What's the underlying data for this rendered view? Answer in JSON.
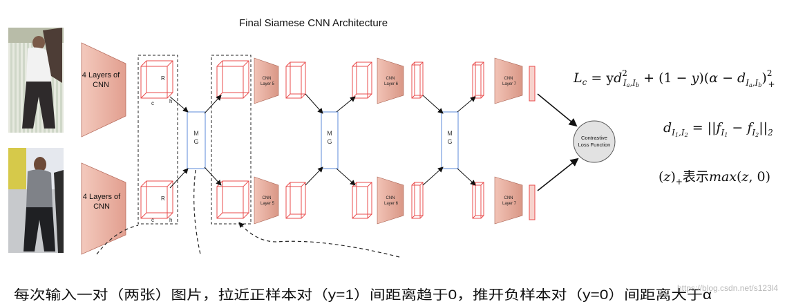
{
  "title": "Final Siamese CNN Architecture",
  "cnn_block_label_line1": "4 Layers of",
  "cnn_block_label_line2": "CNN",
  "cube_labels": {
    "r": "R",
    "c": "c",
    "h": "h"
  },
  "merge_label_line1": "M",
  "merge_label_line2": "G",
  "layers": {
    "layer5_line1": "CNN",
    "layer5_line2": "Layer 5",
    "layer6_line1": "CNN",
    "layer6_line2": "Layer 6",
    "layer7_line1": "CNN",
    "layer7_line2": "Layer 7"
  },
  "loss_label_line1": "Contrastive",
  "loss_label_line2": "Loss Function",
  "equations": {
    "loss": "L_c = y d²_{I_a,I_b} + (1 − y)(α − d_{I_a,I_b})²_+",
    "distance": "d_{I_1,I_2} = ||f_{I_1} − f_{I_2}||_2",
    "relu": "(z)_+ 表示 max(z, 0)"
  },
  "caption": "每次输入一对（两张）图片，拉近正样本对（y=1）间距离趋于0，推开负样本对（y=0）间距离大于α",
  "watermark": "https://blog.csdn.net/s123l4",
  "colors": {
    "trap_fill": "#f1b8aa",
    "cube_stroke": "#e84b4b",
    "mg_stroke": "#5b8ad8",
    "arrow": "#111111",
    "circle_fill": "#e2e2e2"
  }
}
